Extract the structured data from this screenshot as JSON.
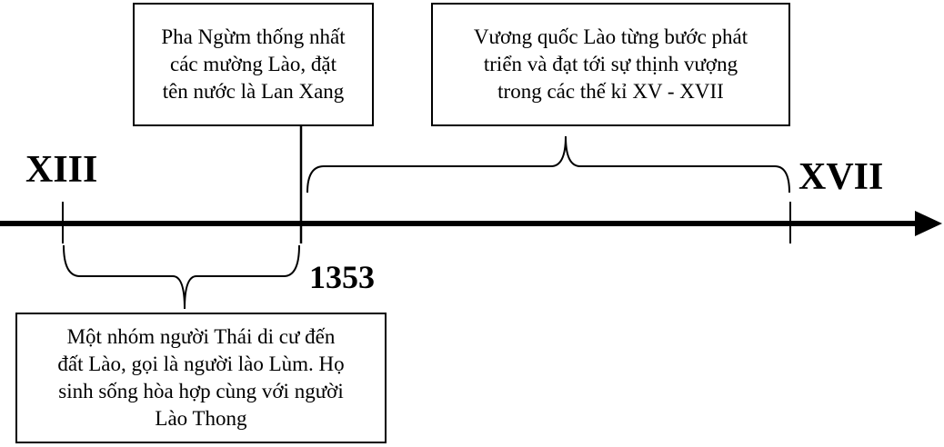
{
  "timeline": {
    "start_label": "XIII",
    "end_label": "XVII",
    "year_label": "1353"
  },
  "boxes": {
    "pha_ngum": "Pha Ngừm thống nhất\ncác mường Lào, đặt\ntên nước là Lan Xang",
    "kingdom": "Vương quốc Lào từng bước phát\ntriển và đạt tới sự thịnh vượng\ntrong các thế kỉ XV - XVII",
    "thai_migration": "Một nhóm người Thái di cư đến\nđất Lào, gọi là người lào Lùm. Họ\nsinh sống hòa hợp cùng với người\nLào Thong"
  }
}
